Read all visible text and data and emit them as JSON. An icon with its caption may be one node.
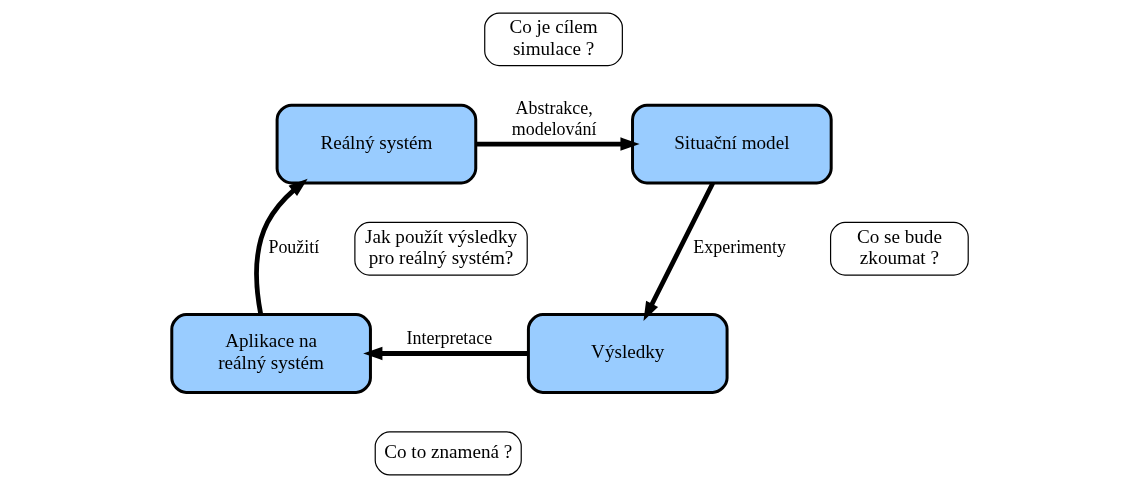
{
  "diagram": {
    "nodes": [
      {
        "text": [
          "Reálný systém"
        ]
      },
      {
        "text": [
          "Situační model"
        ]
      },
      {
        "text": [
          "Výsledky"
        ]
      },
      {
        "text": [
          "Aplikace na reálný systém"
        ]
      },
      {
        "text": [
          "Co je cílem simulace ?"
        ]
      },
      {
        "text": [
          "Co se bude zkoumat ?"
        ]
      },
      {
        "text": [
          "Jak použít výsledky pro reálný systém?"
        ]
      },
      {
        "text": [
          "Co to znamená ?"
        ]
      }
    ],
    "edges": [
      {
        "from": 0,
        "to": 1,
        "arrow": "to",
        "label": "Abstrakce, modelování"
      },
      {
        "from": 1,
        "to": 2,
        "arrow": "to",
        "label": "Experimenty"
      },
      {
        "from": 2,
        "to": 3,
        "arrow": "to",
        "label": "Interpretace"
      },
      {
        "from": 3,
        "to": 0,
        "arrow": "to",
        "label": "Použití"
      }
    ]
  }
}
